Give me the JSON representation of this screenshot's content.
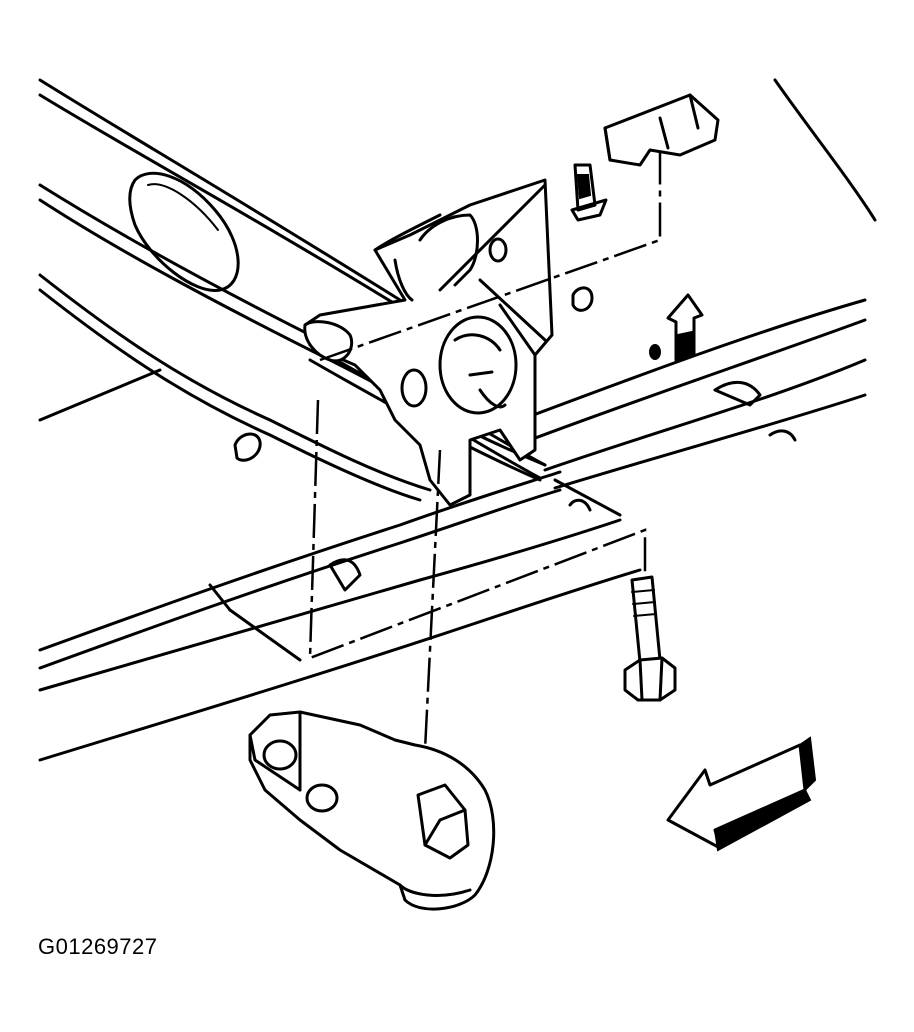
{
  "figure": {
    "id_label": "G01269727",
    "icons": [
      "frame-rail",
      "crossmember",
      "torsion-bar",
      "adjuster-bracket",
      "adjuster-arm",
      "retaining-bolt",
      "front-direction-arrow"
    ]
  }
}
